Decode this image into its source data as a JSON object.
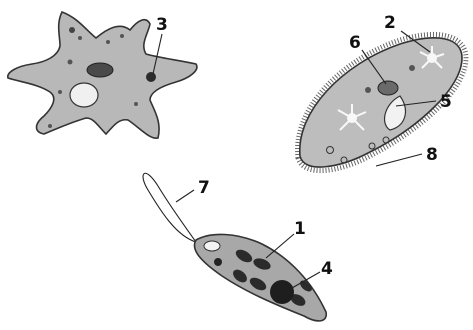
{
  "labels": {
    "l1": "1",
    "l2": "2",
    "l3": "3",
    "l4": "4",
    "l5": "5",
    "l6": "6",
    "l7": "7",
    "l8": "8"
  },
  "colors": {
    "body_fill": "#b5b5b5",
    "dark_spot": "#2b2b2b",
    "light_vacuole": "#f2f2f2"
  },
  "organisms": [
    "amoeba-icon",
    "paramecium-icon",
    "euglena-icon"
  ]
}
